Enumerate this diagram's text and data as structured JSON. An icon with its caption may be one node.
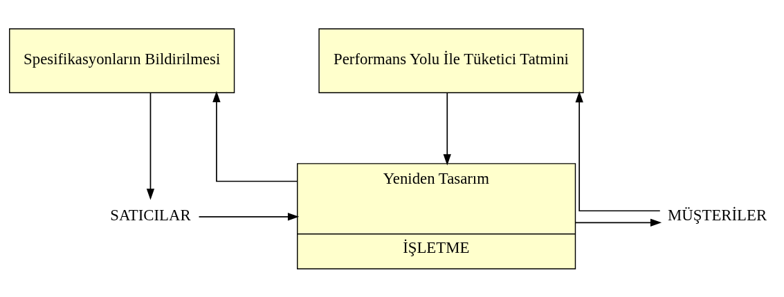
{
  "diagram": {
    "nodes": [
      {
        "text": [
          "Spesifikasyonların Bildirilmesi"
        ]
      },
      {
        "text": [
          "Performans Yolu İle Tüketici Tatmini"
        ]
      },
      {
        "text": [
          "Yeniden Tasarım",
          "İŞLETME"
        ]
      },
      {
        "text": [
          "SATICILAR"
        ]
      },
      {
        "text": [
          "MÜŞTERİLER"
        ]
      }
    ],
    "edges": [
      {
        "from": 2,
        "to": 0,
        "arrow": "to"
      },
      {
        "from": 1,
        "to": 2,
        "arrow": "to"
      },
      {
        "from": 0,
        "to": 3,
        "arrow": "to"
      },
      {
        "from": 3,
        "to": 2,
        "arrow": "to"
      },
      {
        "from": 2,
        "to": 4,
        "arrow": "to"
      },
      {
        "from": 4,
        "to": 1,
        "arrow": "to"
      }
    ]
  }
}
